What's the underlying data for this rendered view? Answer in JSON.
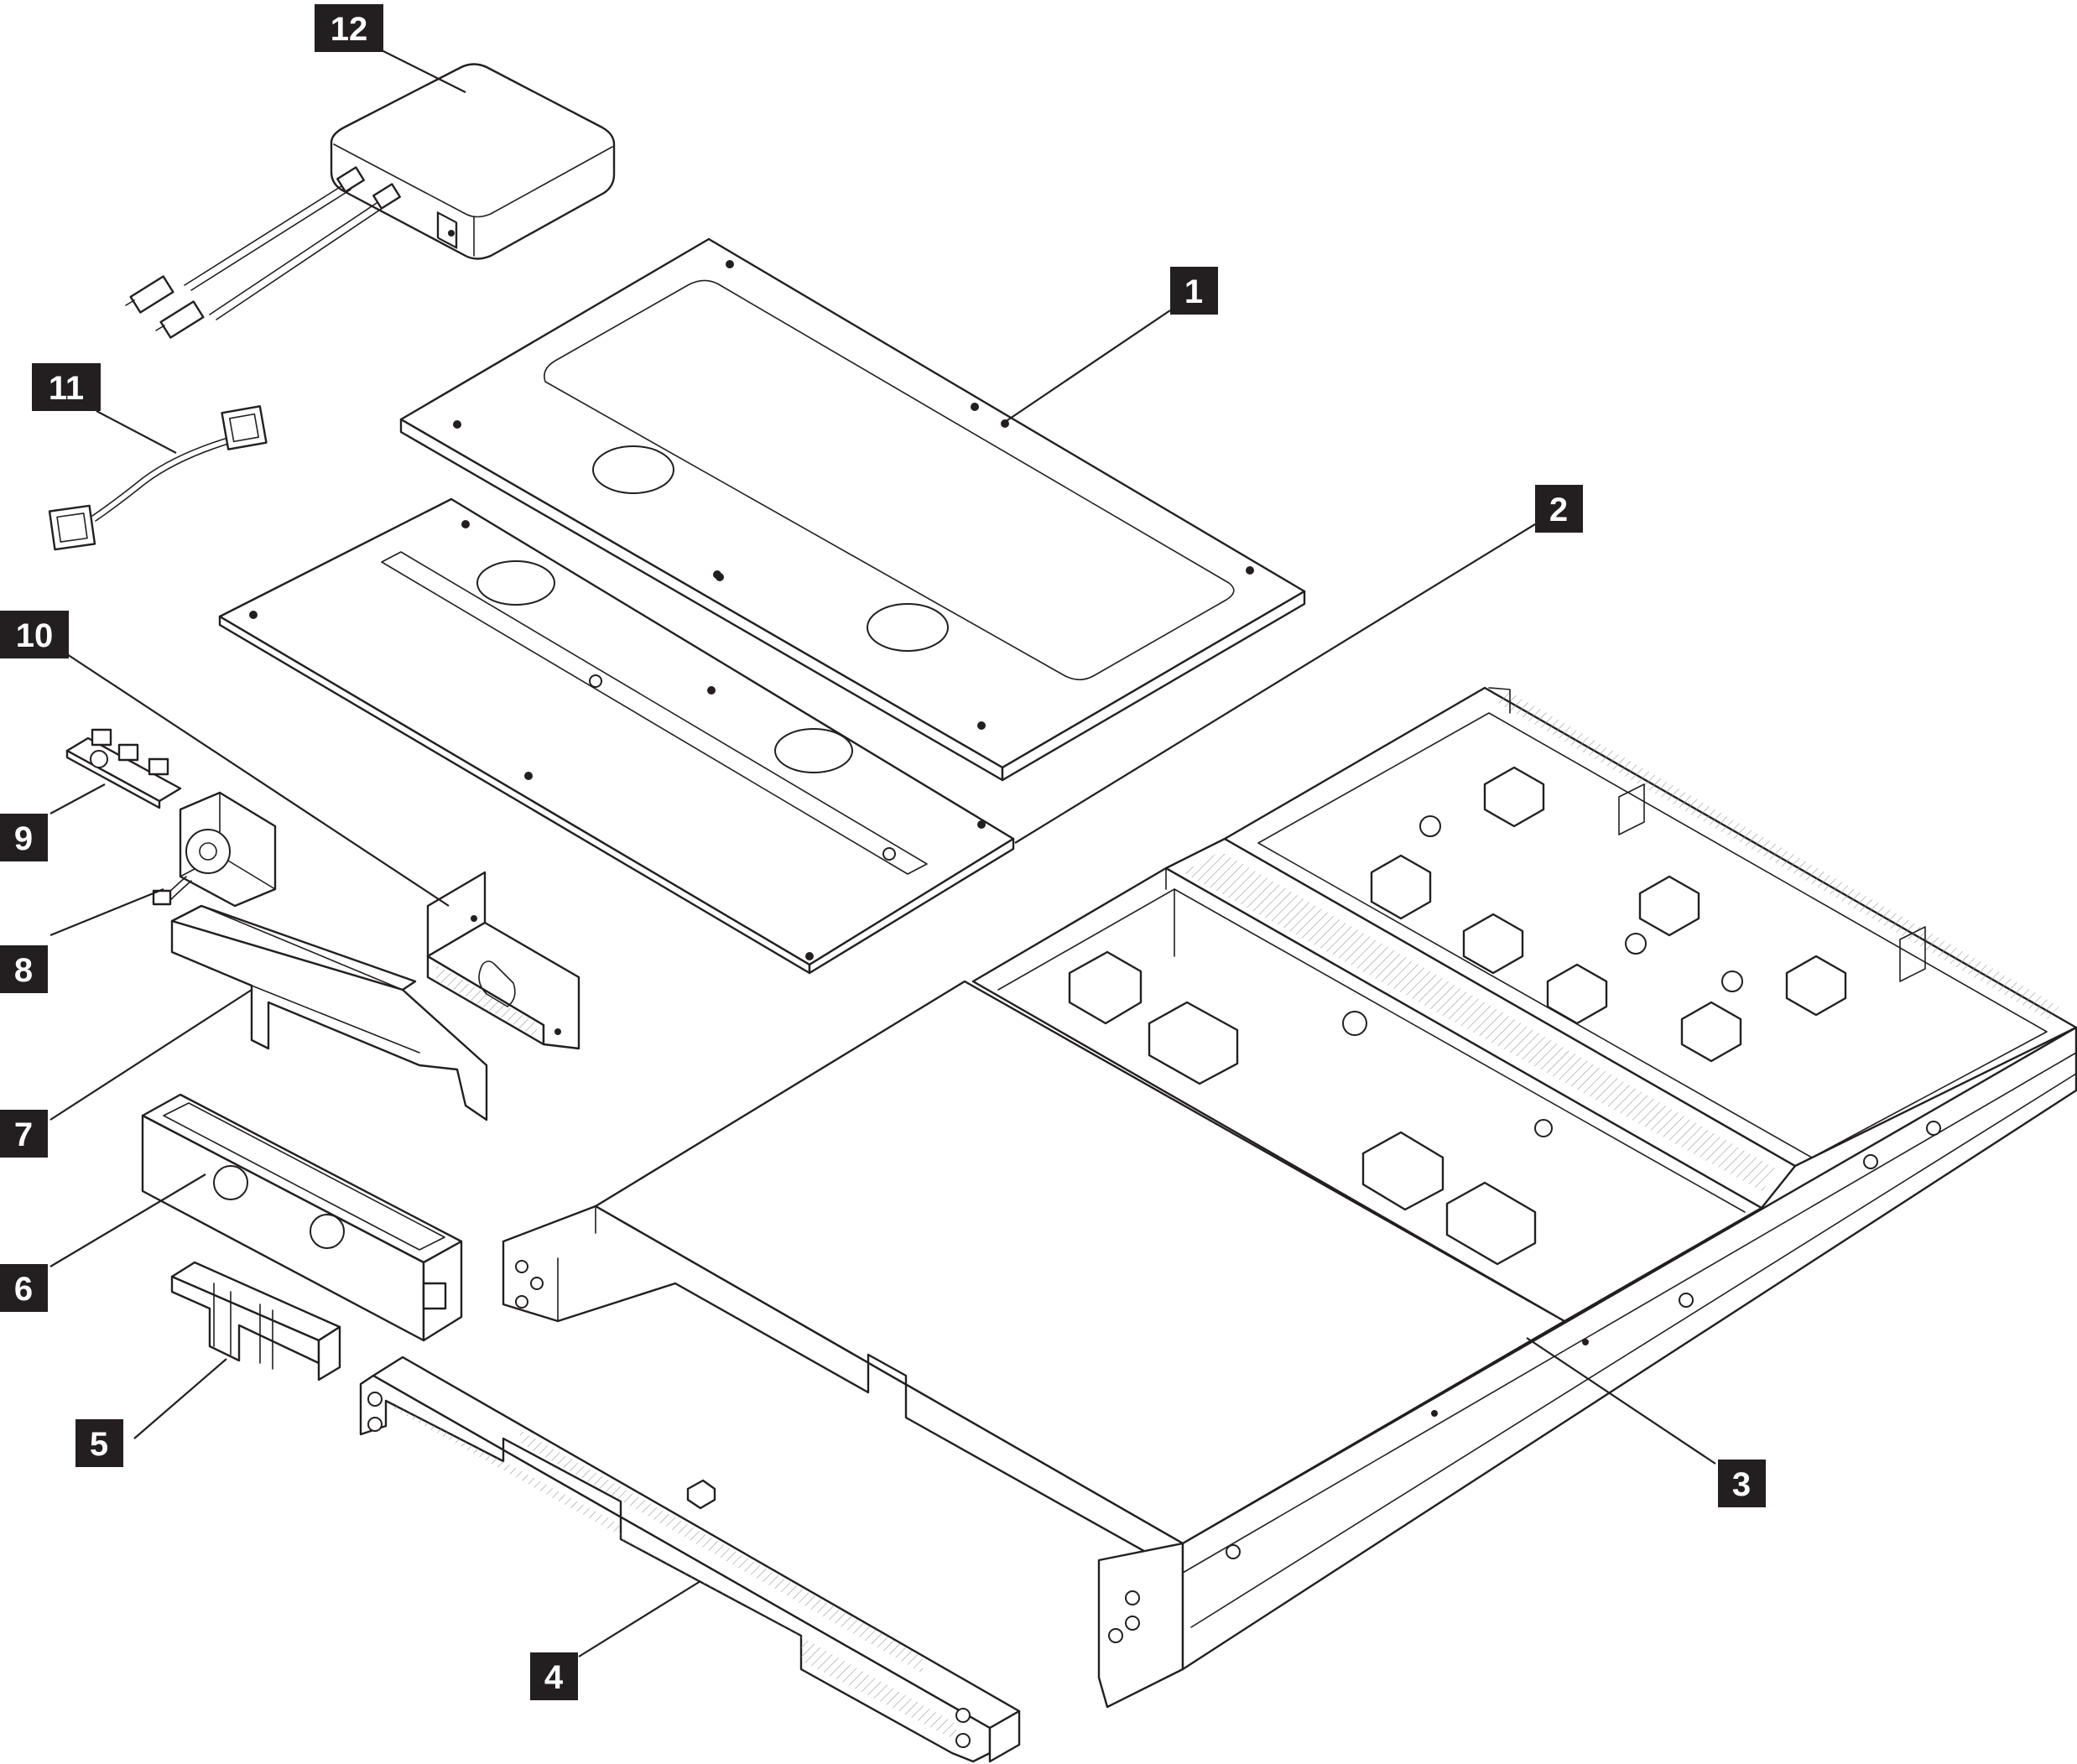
{
  "title": "",
  "callouts": [
    {
      "id": "1",
      "label": "1"
    },
    {
      "id": "2",
      "label": "2"
    },
    {
      "id": "3",
      "label": "3"
    },
    {
      "id": "4",
      "label": "4"
    },
    {
      "id": "5",
      "label": "5"
    },
    {
      "id": "6",
      "label": "6"
    },
    {
      "id": "7",
      "label": "7"
    },
    {
      "id": "8",
      "label": "8"
    },
    {
      "id": "9",
      "label": "9"
    },
    {
      "id": "10",
      "label": "10"
    },
    {
      "id": "11",
      "label": "11"
    },
    {
      "id": "12",
      "label": "12"
    }
  ],
  "colors": {
    "ink": "#231f20",
    "background": "#ffffff",
    "callout_text": "#ffffff"
  }
}
